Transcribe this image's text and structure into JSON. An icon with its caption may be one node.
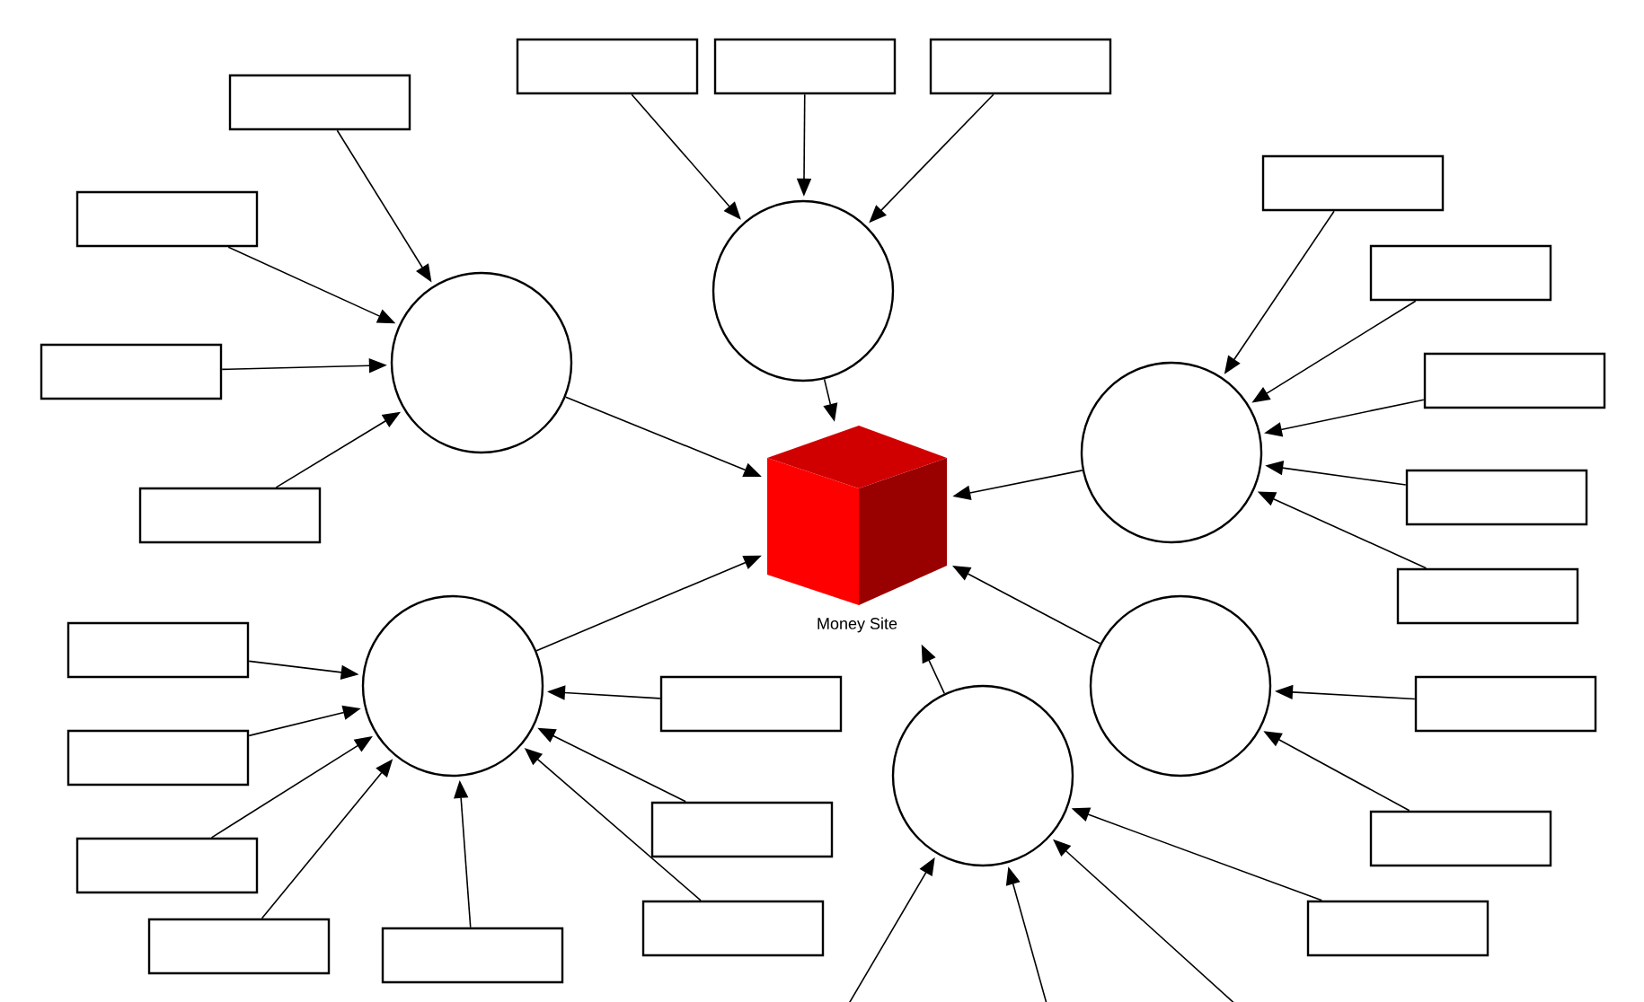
{
  "diagram": {
    "nodes": [
      {
        "text": [],
        "shape": "cube",
        "beside": [
          "Money Site"
        ]
      },
      {
        "text": [],
        "shape": "circle"
      },
      {
        "text": [],
        "shape": "box"
      },
      {
        "text": [],
        "shape": "box"
      },
      {
        "text": [],
        "shape": "box"
      },
      {
        "text": [],
        "shape": "circle"
      },
      {
        "text": [],
        "shape": "box"
      },
      {
        "text": [],
        "shape": "box"
      },
      {
        "text": [],
        "shape": "box"
      },
      {
        "text": [],
        "shape": "box"
      },
      {
        "text": [],
        "shape": "circle"
      },
      {
        "text": [],
        "shape": "box"
      },
      {
        "text": [],
        "shape": "box"
      },
      {
        "text": [],
        "shape": "box"
      },
      {
        "text": [],
        "shape": "box"
      },
      {
        "text": [],
        "shape": "box"
      },
      {
        "text": [],
        "shape": "circle"
      },
      {
        "text": [],
        "shape": "box"
      },
      {
        "text": [],
        "shape": "box"
      },
      {
        "text": [],
        "shape": "box"
      },
      {
        "text": [],
        "shape": "box"
      },
      {
        "text": [],
        "shape": "box"
      },
      {
        "text": [],
        "shape": "box"
      },
      {
        "text": [],
        "shape": "box"
      },
      {
        "text": [],
        "shape": "box"
      },
      {
        "text": [],
        "shape": "circle"
      },
      {
        "text": [],
        "shape": "box"
      },
      {
        "text": [],
        "shape": "box"
      },
      {
        "text": [],
        "shape": "circle"
      },
      {
        "text": [],
        "shape": "box"
      }
    ],
    "edges": [
      {
        "from": 2,
        "to": 1,
        "arrow": "to"
      },
      {
        "from": 3,
        "to": 1,
        "arrow": "to"
      },
      {
        "from": 4,
        "to": 1,
        "arrow": "to"
      },
      {
        "from": 6,
        "to": 5,
        "arrow": "to"
      },
      {
        "from": 7,
        "to": 5,
        "arrow": "to"
      },
      {
        "from": 8,
        "to": 5,
        "arrow": "to"
      },
      {
        "from": 9,
        "to": 5,
        "arrow": "to"
      },
      {
        "from": 11,
        "to": 10,
        "arrow": "to"
      },
      {
        "from": 12,
        "to": 10,
        "arrow": "to"
      },
      {
        "from": 13,
        "to": 10,
        "arrow": "to"
      },
      {
        "from": 14,
        "to": 10,
        "arrow": "to"
      },
      {
        "from": 15,
        "to": 10,
        "arrow": "to"
      },
      {
        "from": 17,
        "to": 16,
        "arrow": "to"
      },
      {
        "from": 18,
        "to": 16,
        "arrow": "to"
      },
      {
        "from": 19,
        "to": 16,
        "arrow": "to"
      },
      {
        "from": 20,
        "to": 16,
        "arrow": "to"
      },
      {
        "from": 21,
        "to": 16,
        "arrow": "to"
      },
      {
        "from": 22,
        "to": 16,
        "arrow": "to"
      },
      {
        "from": 23,
        "to": 16,
        "arrow": "to"
      },
      {
        "from": 24,
        "to": 16,
        "arrow": "to"
      },
      {
        "from": 26,
        "to": 25,
        "arrow": "to"
      },
      {
        "from": 27,
        "to": 25,
        "arrow": "to"
      },
      {
        "from": 29,
        "to": 28,
        "arrow": "to"
      },
      {
        "from": null,
        "to": 28,
        "arrow": "to"
      },
      {
        "from": null,
        "to": 28,
        "arrow": "to"
      },
      {
        "from": null,
        "to": 28,
        "arrow": "to"
      },
      {
        "from": 1,
        "to": 0,
        "arrow": "to"
      },
      {
        "from": 5,
        "to": 0,
        "arrow": "to"
      },
      {
        "from": 10,
        "to": 0,
        "arrow": "to"
      },
      {
        "from": 16,
        "to": 0,
        "arrow": "to"
      },
      {
        "from": 25,
        "to": 0,
        "arrow": "to"
      },
      {
        "from": 28,
        "to": 0,
        "arrow": "to"
      }
    ]
  }
}
